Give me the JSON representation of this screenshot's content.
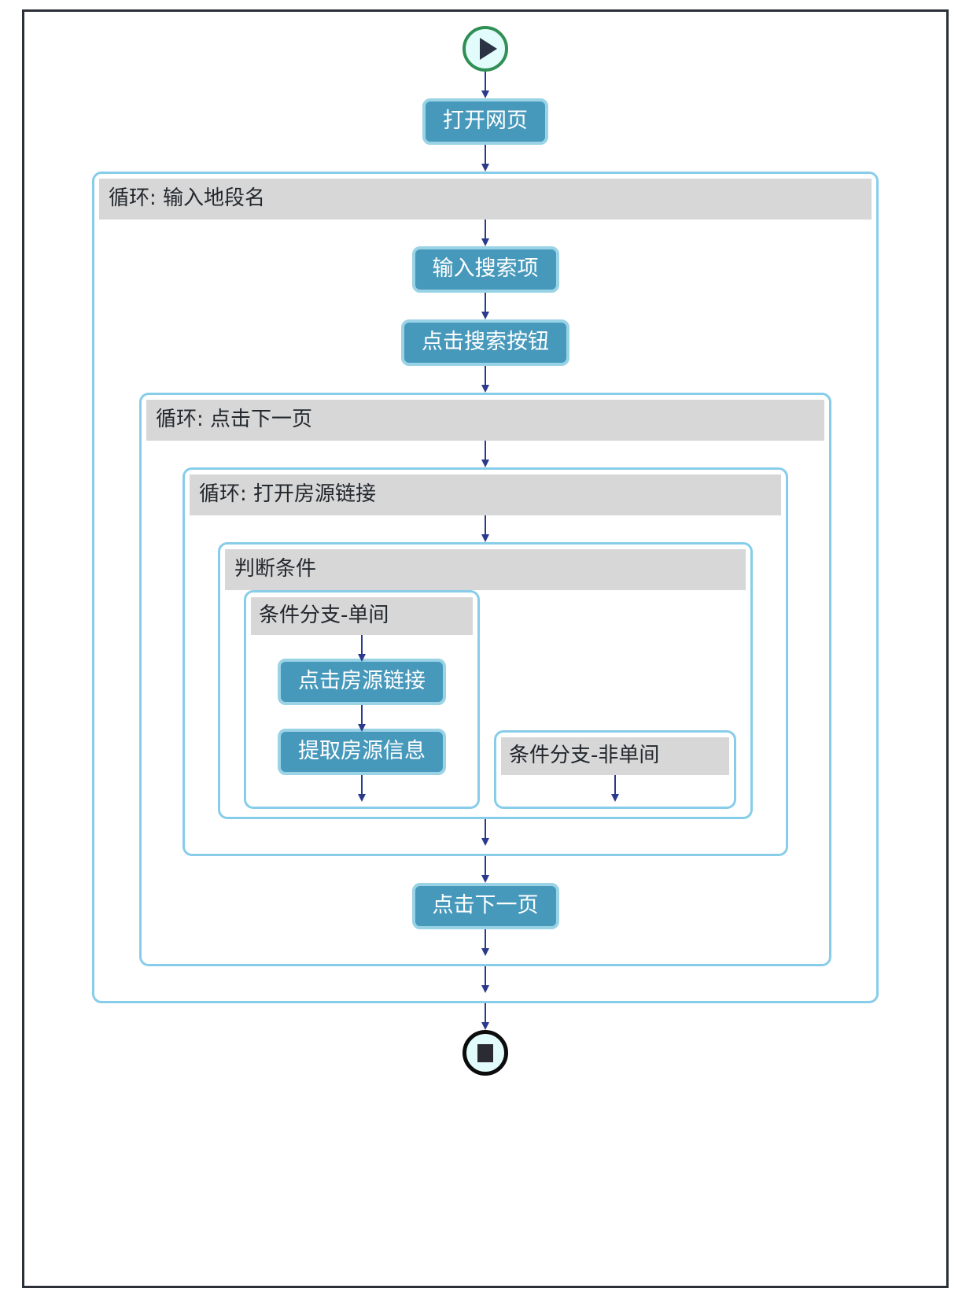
{
  "diagram": {
    "title_text": "",
    "colors": {
      "node_fill": "#4799bb",
      "node_border": "#9ad3e6",
      "container_border": "#87cdea",
      "header_bg": "#d7d7d7",
      "arrow": "#2a3a8c",
      "start_ring": "#2f8f54",
      "end_ring": "#0c0c0c",
      "frame": "#2b3038"
    },
    "start": {
      "icon": "play-icon",
      "label": ""
    },
    "end": {
      "icon": "stop-icon",
      "label": ""
    },
    "nodes": {
      "open_page": "打开网页",
      "input_search_term": "输入搜索项",
      "click_search_button": "点击搜索按钮",
      "click_listing_link": "点击房源链接",
      "extract_listing_info": "提取房源信息",
      "click_next_page": "点击下一页"
    },
    "containers": {
      "loop_input_area_name": "循环: 输入地段名",
      "loop_click_next_page": "循环: 点击下一页",
      "loop_open_listing_link": "循环: 打开房源链接",
      "judge_condition": "判断条件",
      "branch_single_room": "条件分支-单间",
      "branch_non_single_room": "条件分支-非单间"
    }
  }
}
